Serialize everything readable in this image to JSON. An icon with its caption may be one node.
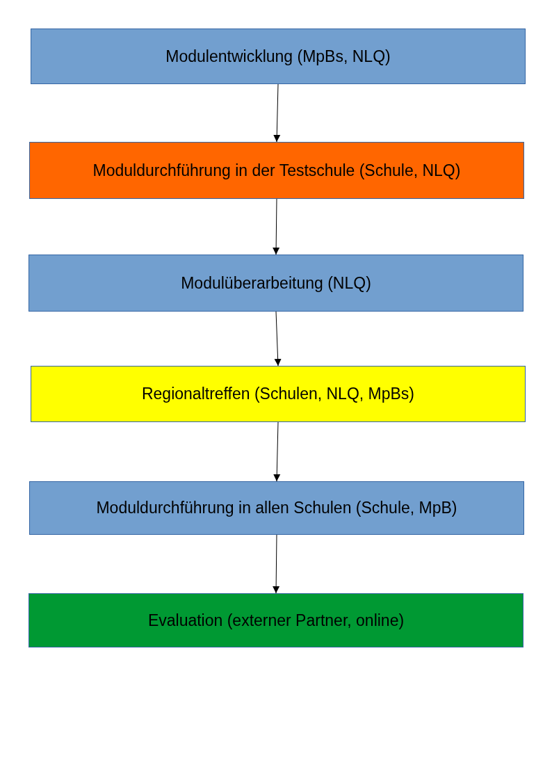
{
  "diagram": {
    "nodes": [
      {
        "text": [
          "Modulentwicklung (MpBs, NLQ)"
        ]
      },
      {
        "text": [
          "Moduldurchführung in der Testschule (Schule, NLQ)"
        ]
      },
      {
        "text": [
          "Modulüberarbeitung (NLQ)"
        ]
      },
      {
        "text": [
          "Regionaltreffen (Schulen, NLQ, MpBs)"
        ]
      },
      {
        "text": [
          "Moduldurchführung in allen Schulen (Schule, MpB)"
        ]
      },
      {
        "text": [
          "Evaluation (externer Partner, online)"
        ]
      }
    ],
    "edges": [
      {
        "from": 0,
        "to": 1,
        "arrow": "to"
      },
      {
        "from": 1,
        "to": 2,
        "arrow": "to"
      },
      {
        "from": 2,
        "to": 3,
        "arrow": "to"
      },
      {
        "from": 3,
        "to": 4,
        "arrow": "to"
      },
      {
        "from": 4,
        "to": 5,
        "arrow": "to"
      }
    ]
  }
}
